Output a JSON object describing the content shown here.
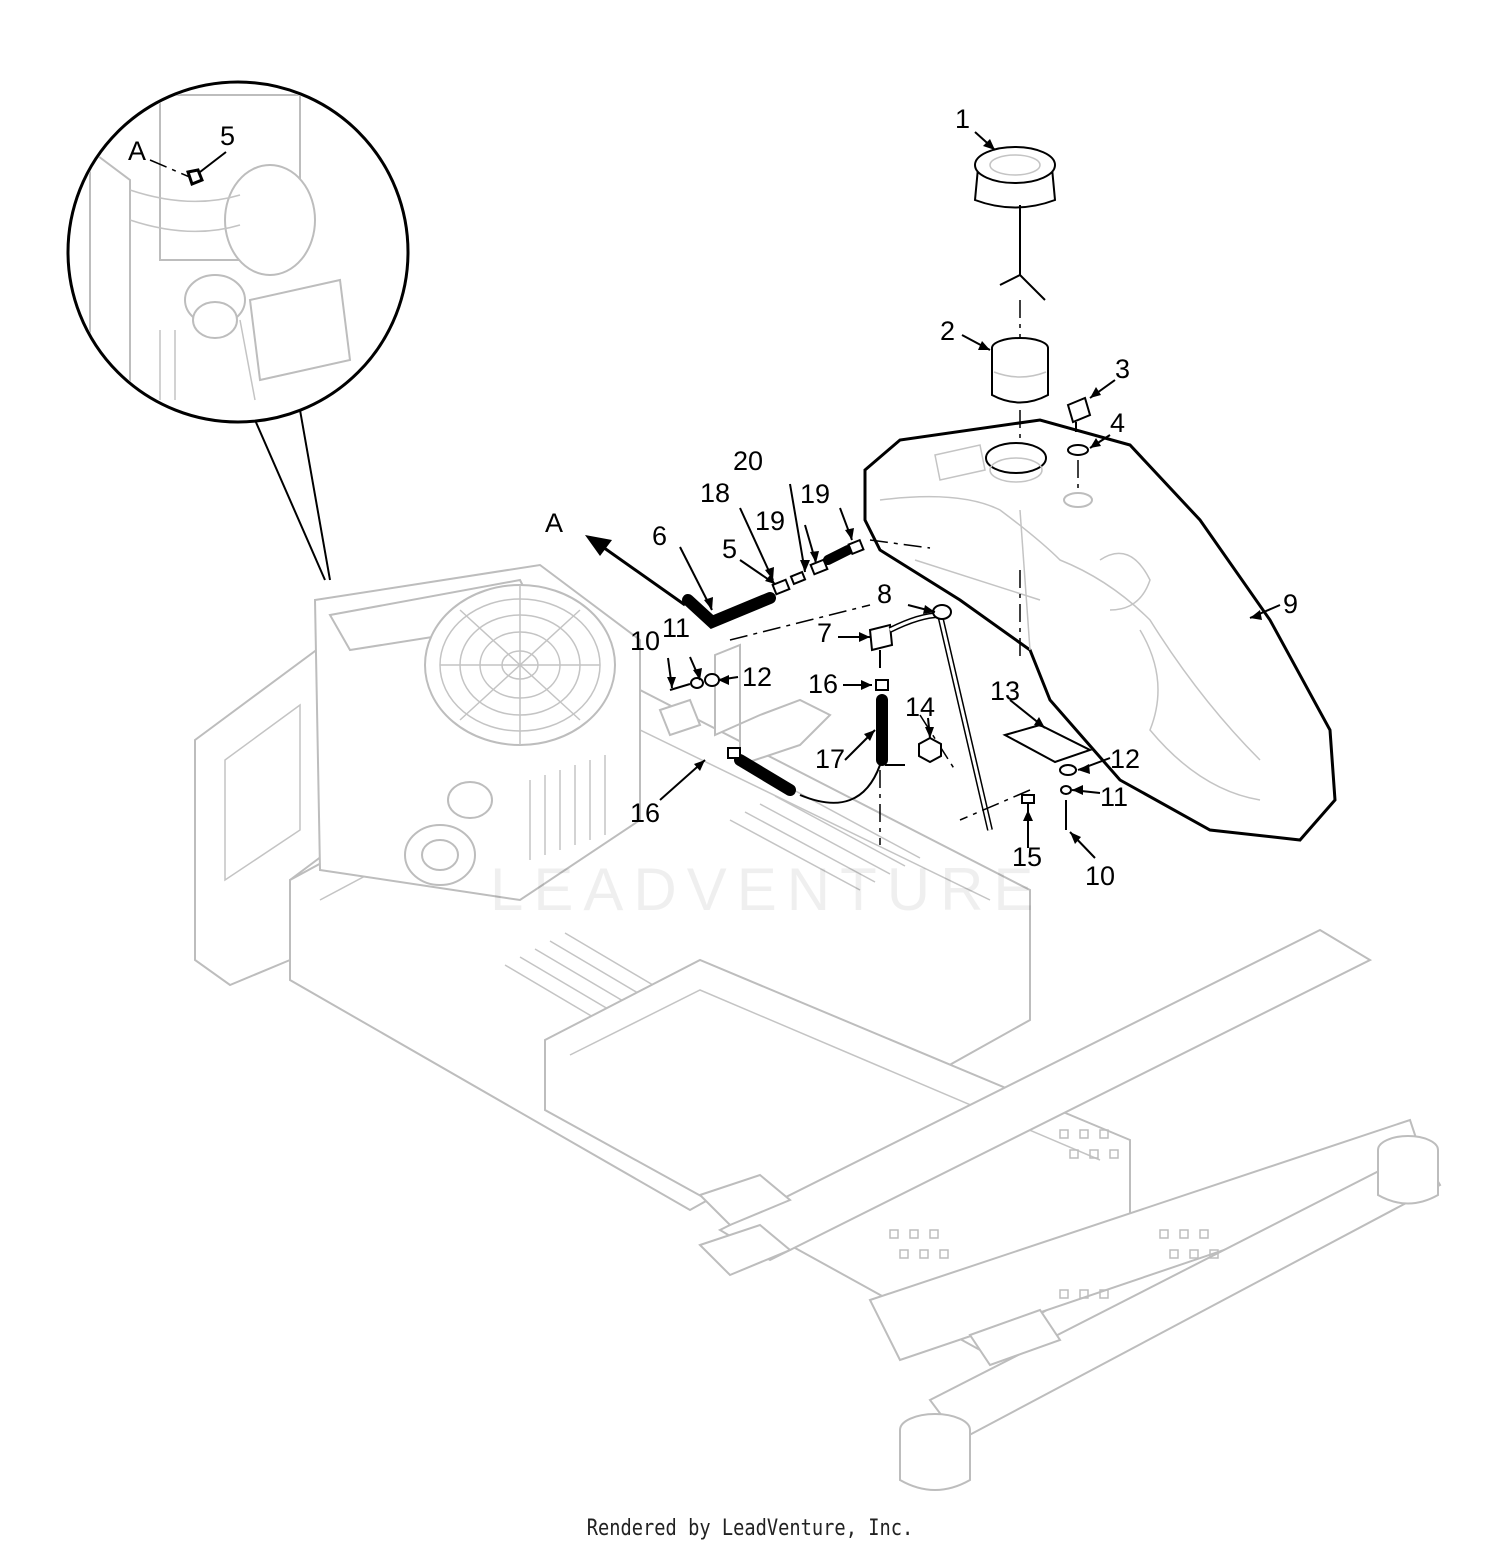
{
  "footer": {
    "text": "Rendered by LeadVenture, Inc."
  },
  "watermark": {
    "text": "LEADVENTURE"
  },
  "detail": {
    "ref_letter": "A",
    "callout": "5"
  },
  "callouts": [
    {
      "label": "1"
    },
    {
      "label": "2"
    },
    {
      "label": "3"
    },
    {
      "label": "4"
    },
    {
      "label": "20"
    },
    {
      "label": "18"
    },
    {
      "label": "19"
    },
    {
      "label": "19"
    },
    {
      "label": "A"
    },
    {
      "label": "6"
    },
    {
      "label": "5"
    },
    {
      "label": "8"
    },
    {
      "label": "9"
    },
    {
      "label": "7"
    },
    {
      "label": "10"
    },
    {
      "label": "11"
    },
    {
      "label": "12"
    },
    {
      "label": "16"
    },
    {
      "label": "14"
    },
    {
      "label": "13"
    },
    {
      "label": "17"
    },
    {
      "label": "16"
    },
    {
      "label": "12"
    },
    {
      "label": "11"
    },
    {
      "label": "15"
    },
    {
      "label": "10"
    }
  ]
}
